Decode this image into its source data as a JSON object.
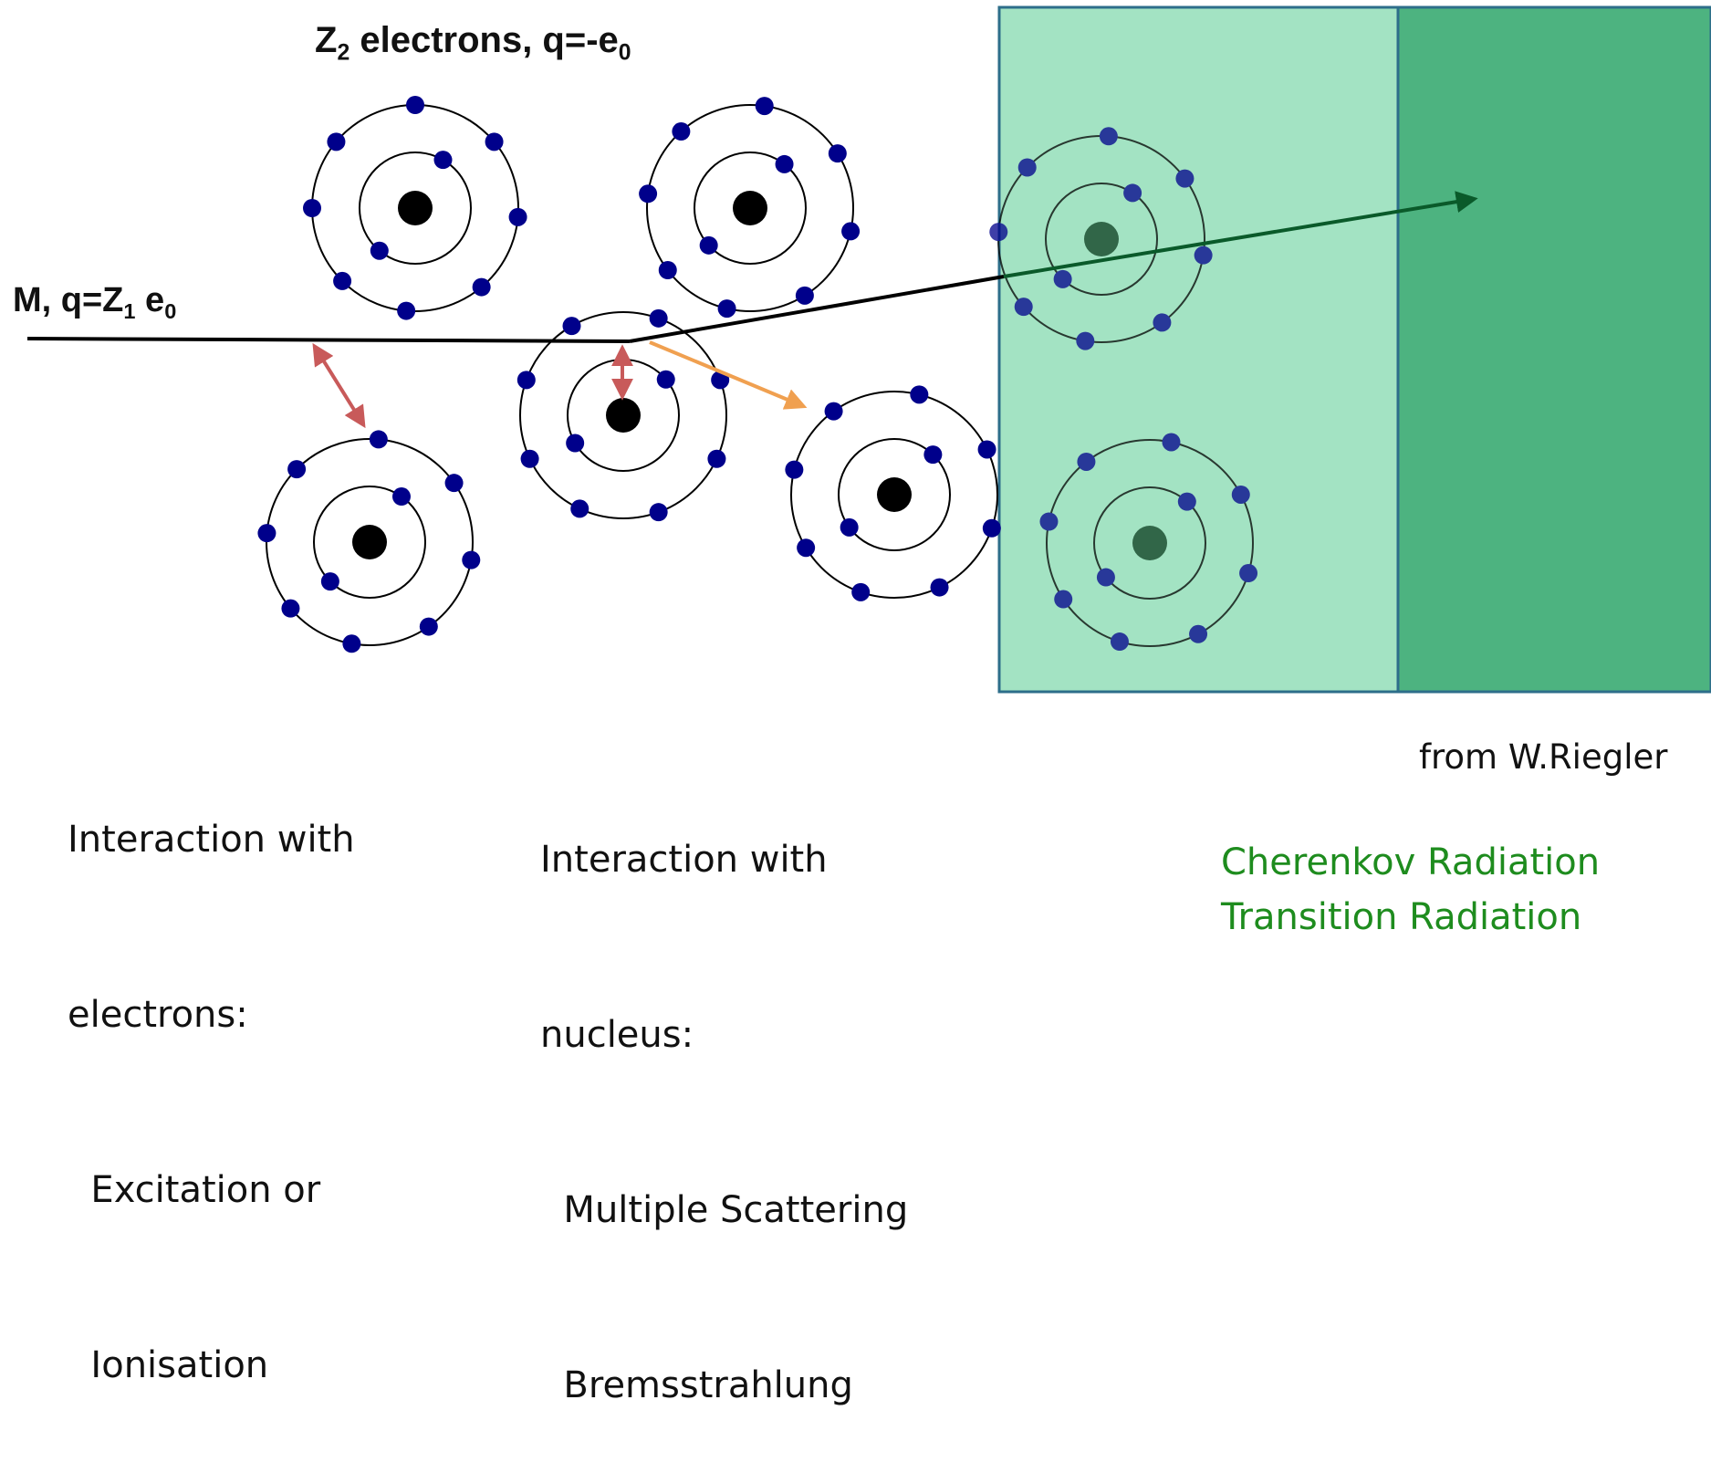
{
  "electrons_label": {
    "main": "Z",
    "sub": "2",
    "rest": " electrons, q=-e",
    "sub2": "0"
  },
  "projectile_label": {
    "main": "M, q=Z",
    "sub": "1",
    "rest": " e",
    "sub2": "0"
  },
  "electron_interaction": {
    "lines": [
      "Interaction with",
      "electrons:",
      "  Excitation or",
      "  Ionisation"
    ]
  },
  "nucleus_interaction": {
    "lines": [
      "Interaction with",
      "nucleus:",
      "  Multiple Scattering",
      "  Bremsstrahlung"
    ]
  },
  "credit": "from W.Riegler",
  "radiation": {
    "lines": [
      "Cherenkov Radiation",
      "Transition Radiation"
    ]
  },
  "colors": {
    "electron": "#00008b",
    "nucleus": "#000000",
    "medium_light": "#a3e3c3",
    "medium_dark": "#4db380",
    "track": "#000000",
    "track_in_medium": "#0a5a2a",
    "electron_arrow": "#c85a5a",
    "scatter_arrow": "#f0a050",
    "radiation_text": "#1e8c1e"
  }
}
